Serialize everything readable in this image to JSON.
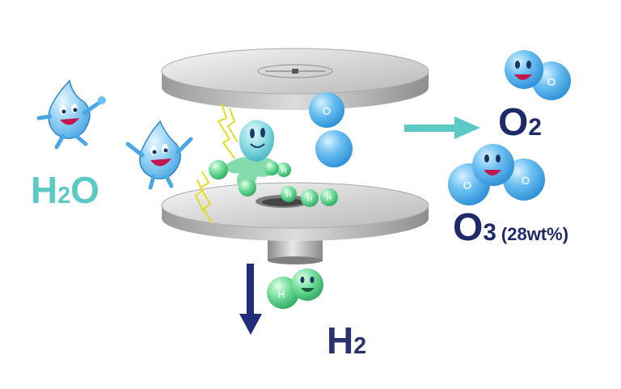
{
  "labels": {
    "water": {
      "main": "H",
      "sub": "2",
      "tail": "O"
    },
    "oxygen": {
      "main": "O",
      "sub": "2"
    },
    "ozone": {
      "main": "O",
      "sub": "3",
      "percent": "(28wt%)"
    },
    "hydrogen": {
      "main": "H",
      "sub": "2"
    }
  },
  "atom_letters": {
    "oxygen": "O",
    "hydrogen": "H"
  },
  "colors": {
    "water_label": "#5bc9c4",
    "product_label": "#1f2a6b",
    "oxygen_arrow": "#5bc9c4",
    "hydrogen_arrow": "#1f2d7a",
    "water_drop": "#4aa7e6",
    "hydrogen_atom": "#5fd08a",
    "spark": "#f2e832",
    "plate": "#c9c9c9"
  }
}
